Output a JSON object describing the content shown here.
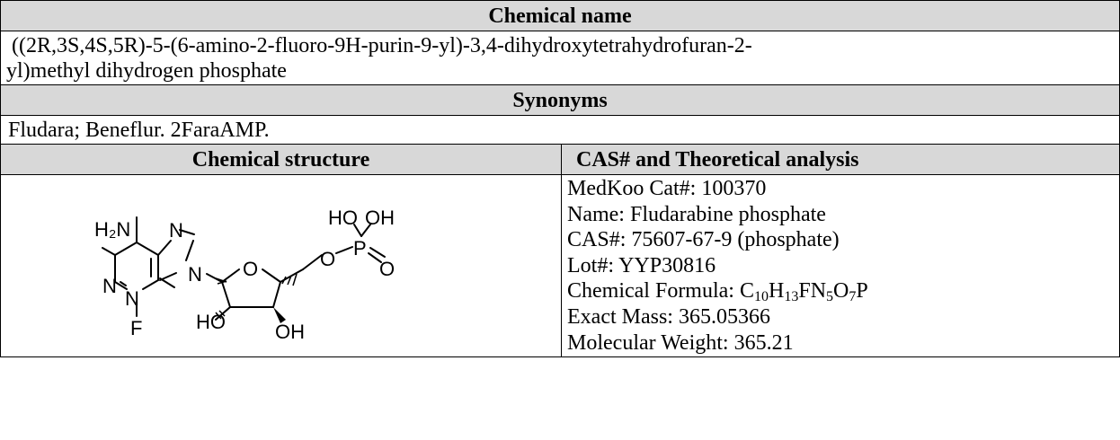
{
  "sections": {
    "chemical_name_header": "Chemical name",
    "chemical_name_line1": "((2R,3S,4S,5R)-5-(6-amino-2-fluoro-9H-purin-9-yl)-3,4-dihydroxytetrahydrofuran-2-",
    "chemical_name_line2": "yl)methyl dihydrogen phosphate",
    "synonyms_header": "Synonyms",
    "synonyms_text": "Fludara; Beneflur. 2FaraAMP.",
    "structure_header": "Chemical structure",
    "analysis_header": "CAS# and Theoretical analysis"
  },
  "structure_labels": {
    "nh2": "H₂N",
    "n7": "N",
    "n9": "N",
    "n1": "N",
    "n3": "N",
    "f": "F",
    "ring_o": "O",
    "ho_ring": "HO",
    "oh_ring": "OH",
    "p_o": "O",
    "p": "P",
    "p_dbl_o": "O",
    "p_ho": "HO",
    "p_oh": "OH"
  },
  "analysis": {
    "catalog": "MedKoo Cat#: 100370",
    "name": "Name: Fludarabine phosphate",
    "cas": "CAS#: 75607-67-9 (phosphate)",
    "lot": "Lot#: YYP30816",
    "formula_prefix": "Chemical Formula: ",
    "formula_parts": [
      {
        "t": "C",
        "s": "10"
      },
      {
        "t": "H",
        "s": "13"
      },
      {
        "t": "F",
        "s": ""
      },
      {
        "t": "N",
        "s": "5"
      },
      {
        "t": "O",
        "s": "7"
      },
      {
        "t": "P",
        "s": ""
      }
    ],
    "exact_mass": "Exact Mass: 365.05366",
    "molecular_weight": "Molecular Weight: 365.21"
  }
}
